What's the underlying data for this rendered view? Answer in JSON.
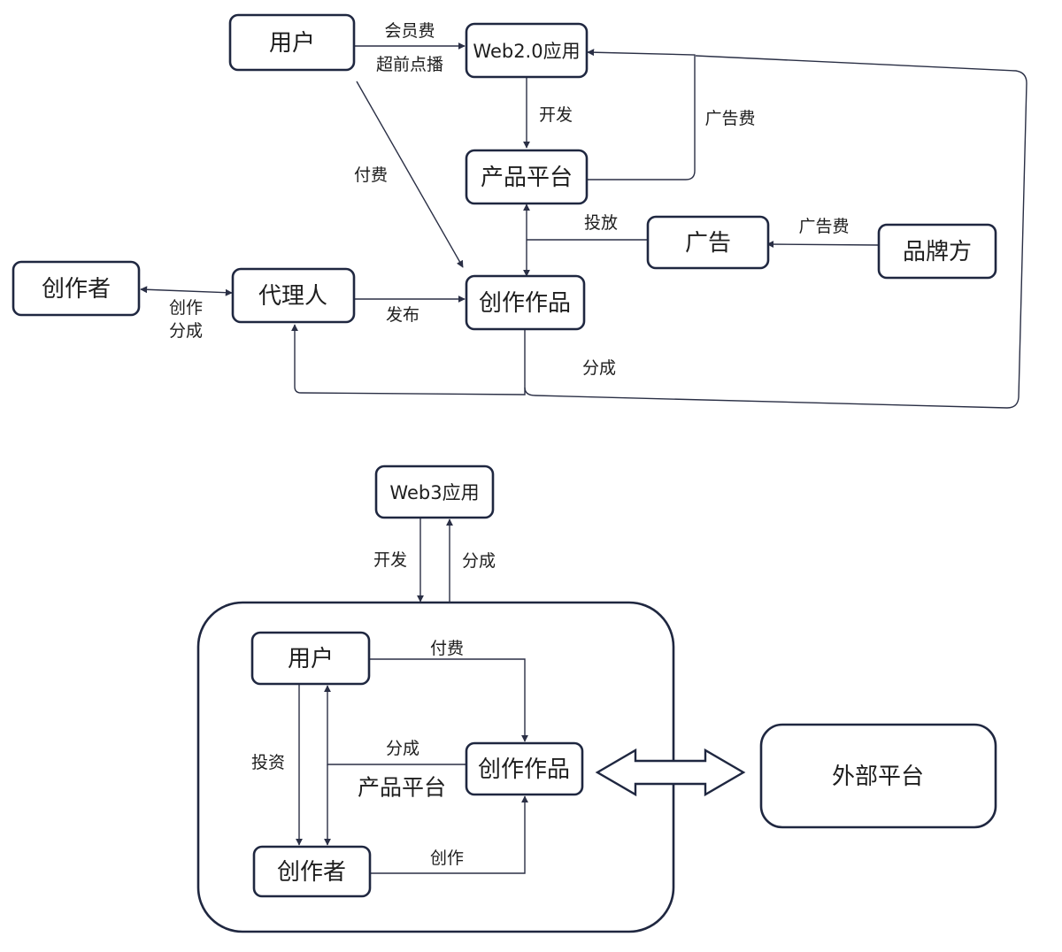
{
  "top": {
    "nodes": {
      "user": "用户",
      "web2": "Web2.0应用",
      "platform": "产品平台",
      "ad": "广告",
      "brand": "品牌方",
      "creator": "创作者",
      "agent": "代理人",
      "work": "创作作品"
    },
    "labels": {
      "membership": "会员费",
      "early_access": "超前点播",
      "develop": "开发",
      "ad_fee_platform": "广告费",
      "pay": "付费",
      "placement": "投放",
      "ad_fee_brand": "广告费",
      "creation_share_1": "创作",
      "creation_share_2": "分成",
      "publish": "发布",
      "revenue_share": "分成"
    }
  },
  "bottom": {
    "nodes": {
      "web3": "Web3应用",
      "user": "用户",
      "work": "创作作品",
      "creator": "创作者",
      "external": "外部平台"
    },
    "labels": {
      "develop": "开发",
      "share_up": "分成",
      "pay": "付费",
      "invest": "投资",
      "share": "分成",
      "platform": "产品平台",
      "create": "创作"
    }
  }
}
